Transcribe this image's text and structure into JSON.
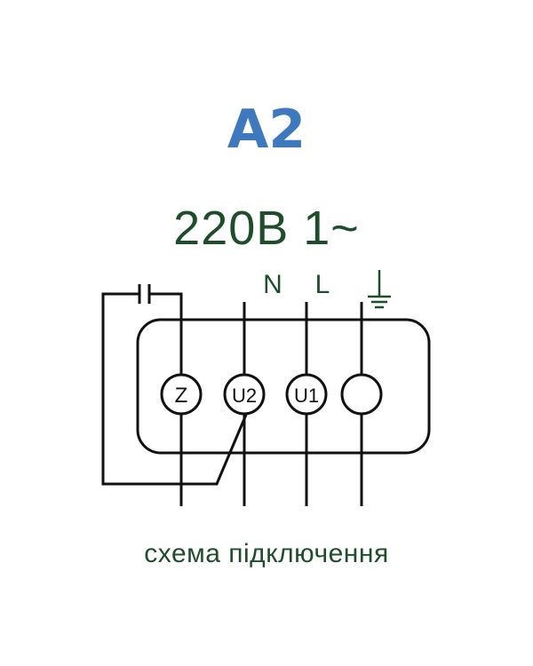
{
  "title": "A2",
  "supply": "220В 1~",
  "lines": {
    "neutral": "N",
    "live": "L"
  },
  "terminals": [
    "Z",
    "U2",
    "U1",
    ""
  ],
  "caption": "схема підключення",
  "colors": {
    "title": "#3e79bd",
    "text": "#1e4d2b",
    "wire": "#111111"
  },
  "icons": {
    "ground": "ground-icon",
    "capacitor": "capacitor-icon"
  }
}
